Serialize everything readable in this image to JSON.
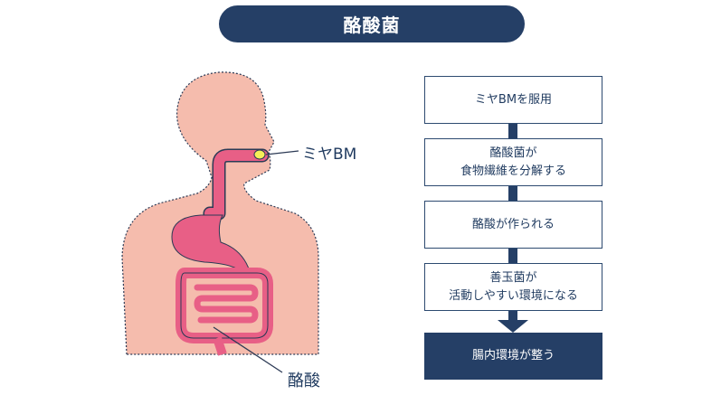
{
  "title": "酪酸菌",
  "labels": {
    "miya_bm": "ミヤBM",
    "sakusan": "酪酸"
  },
  "steps": [
    {
      "lines": [
        "ミヤBMを服用"
      ]
    },
    {
      "lines": [
        "酪酸菌が",
        "食物繊維を分解する"
      ]
    },
    {
      "lines": [
        "酪酸が作られる"
      ]
    },
    {
      "lines": [
        "善玉菌が",
        "活動しやすい環境になる"
      ]
    },
    {
      "lines": [
        "腸内環境が整う"
      ]
    }
  ],
  "colors": {
    "navy": "#253f66",
    "skin": "#f5bcad",
    "gut": "#e85f86",
    "capsule": "#f6ee58"
  }
}
